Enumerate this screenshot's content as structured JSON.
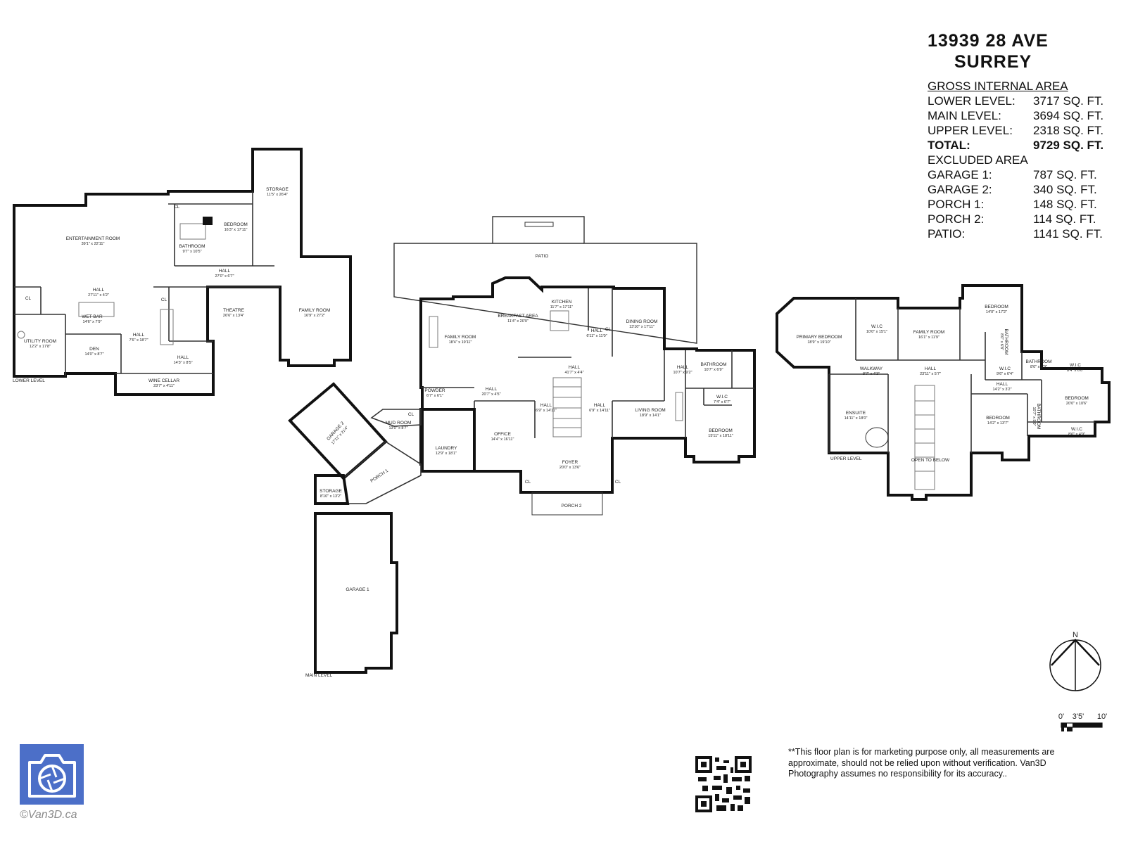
{
  "property": {
    "address": "13939 28 AVE",
    "city": "SURREY"
  },
  "area_summary": {
    "gross_heading": "GROSS INTERNAL AREA",
    "gross": [
      {
        "label": "LOWER LEVEL:",
        "value": "3717 SQ. FT."
      },
      {
        "label": "MAIN LEVEL:",
        "value": "3694 SQ. FT."
      },
      {
        "label": "UPPER LEVEL:",
        "value": "2318 SQ. FT."
      }
    ],
    "total": {
      "label": "TOTAL:",
      "value": "9729 SQ. FT."
    },
    "excluded_heading": "EXCLUDED AREA",
    "excluded": [
      {
        "label": "GARAGE 1:",
        "value": "787 SQ. FT."
      },
      {
        "label": "GARAGE 2:",
        "value": "340 SQ. FT."
      },
      {
        "label": "PORCH 1:",
        "value": "148 SQ. FT."
      },
      {
        "label": "PORCH 2:",
        "value": "114 SQ. FT."
      },
      {
        "label": "PATIO:",
        "value": "1141 SQ. FT."
      }
    ]
  },
  "levels": {
    "lower": {
      "label": "LOWER LEVEL",
      "rooms": [
        {
          "name": "ENTERTAINMENT ROOM",
          "dims": "39'1\" x 22'11\""
        },
        {
          "name": "STORAGE",
          "dims": "11'5\" x 26'4\""
        },
        {
          "name": "BEDROOM",
          "dims": "16'3\" x 17'11\""
        },
        {
          "name": "BATHROOM",
          "dims": "9'7\" x 10'5\""
        },
        {
          "name": "HALL",
          "dims": "27'0\" x 6'7\""
        },
        {
          "name": "HALL",
          "dims": "27'11\" x 4'2\""
        },
        {
          "name": "WET BAR",
          "dims": "14'6\" x 7'9\""
        },
        {
          "name": "THEATRE",
          "dims": "26'6\" x 13'4\""
        },
        {
          "name": "FAMILY ROOM",
          "dims": "16'9\" x 27'2\""
        },
        {
          "name": "UTILITY ROOM",
          "dims": "12'2\" x 17'8\""
        },
        {
          "name": "HALL",
          "dims": "7'6\" x 18'7\""
        },
        {
          "name": "DEN",
          "dims": "14'0\" x 8'7\""
        },
        {
          "name": "HALL",
          "dims": "14'3\" x 8'5\""
        },
        {
          "name": "WINE CELLAR",
          "dims": "23'7\" x 4'11\""
        },
        {
          "name": "CL",
          "dims": ""
        },
        {
          "name": "CL",
          "dims": ""
        },
        {
          "name": "CL",
          "dims": ""
        }
      ]
    },
    "main": {
      "label": "MAIN LEVEL",
      "rooms": [
        {
          "name": "PATIO",
          "dims": ""
        },
        {
          "name": "BREAKFAST AREA",
          "dims": "11'4\" x 20'0\""
        },
        {
          "name": "KITCHEN",
          "dims": "11'7\" x 17'11\""
        },
        {
          "name": "FAMILY ROOM",
          "dims": "18'4\" x 19'11\""
        },
        {
          "name": "DINING ROOM",
          "dims": "13'10\" x 17'11\""
        },
        {
          "name": "HALL",
          "dims": "6'11\" x 11'0\""
        },
        {
          "name": "HALL",
          "dims": "41'7\" x 4'4\""
        },
        {
          "name": "HALL",
          "dims": "20'7\" x 4'5\""
        },
        {
          "name": "HALL",
          "dims": "6'9\" x 14'11\""
        },
        {
          "name": "HALL",
          "dims": "6'9\" x 14'11\""
        },
        {
          "name": "LIVING ROOM",
          "dims": "18'9\" x 14'1\""
        },
        {
          "name": "HALL",
          "dims": "10'7\" x 9'2\""
        },
        {
          "name": "BEDROOM",
          "dims": "15'11\" x 18'11\""
        },
        {
          "name": "BATHROOM",
          "dims": "10'7\" x 6'9\""
        },
        {
          "name": "W.I.C",
          "dims": "7'4\" x 6'7\""
        },
        {
          "name": "OFFICE",
          "dims": "14'4\" x 16'11\""
        },
        {
          "name": "FOYER",
          "dims": "20'0\" x 13'6\""
        },
        {
          "name": "PORCH 2",
          "dims": ""
        },
        {
          "name": "LAUNDRY",
          "dims": "12'9\" x 18'1\""
        },
        {
          "name": "POWDER",
          "dims": "6'7\" x 6'1\""
        },
        {
          "name": "MUD ROOM",
          "dims": "13'0\" x 8'7\""
        },
        {
          "name": "GARAGE 2",
          "dims": "17'11\" x 21'4\""
        },
        {
          "name": "PORCH 1",
          "dims": ""
        },
        {
          "name": "STORAGE",
          "dims": "8'10\" x 13'2\""
        },
        {
          "name": "GARAGE 1",
          "dims": ""
        },
        {
          "name": "CL",
          "dims": ""
        },
        {
          "name": "CL",
          "dims": ""
        },
        {
          "name": "CL",
          "dims": ""
        },
        {
          "name": "CL",
          "dims": ""
        }
      ]
    },
    "upper": {
      "label": "UPPER LEVEL",
      "rooms": [
        {
          "name": "PRIMARY BEDROOM",
          "dims": "18'9\" x 19'10\""
        },
        {
          "name": "W.I.C",
          "dims": "10'0\" x 15'1\""
        },
        {
          "name": "FAMILY ROOM",
          "dims": "16'1\" x 11'9\""
        },
        {
          "name": "BEDROOM",
          "dims": "14'0\" x 17'2\""
        },
        {
          "name": "WALKWAY",
          "dims": "8'7\" x 4'3\""
        },
        {
          "name": "HALL",
          "dims": "23'11\" x 5'7\""
        },
        {
          "name": "ENSUITE",
          "dims": "14'11\" x 18'0\""
        },
        {
          "name": "OPEN TO BELOW",
          "dims": ""
        },
        {
          "name": "BATHROOM",
          "dims": "8'0\" x 6'9\""
        },
        {
          "name": "BATHROOM",
          "dims": "8'0\" x 6'8\""
        },
        {
          "name": "W.I.C",
          "dims": "9'6\" x 6'4\""
        },
        {
          "name": "W.I.C",
          "dims": "8'4\" x 6'0\""
        },
        {
          "name": "HALL",
          "dims": "14'2\" x 3'2\""
        },
        {
          "name": "BEDROOM",
          "dims": "20'0\" x 10'6\""
        },
        {
          "name": "BEDROOM",
          "dims": "14'2\" x 13'7\""
        },
        {
          "name": "BATHROOM",
          "dims": "10'7\" x 5'0\""
        },
        {
          "name": "W.I.C",
          "dims": "8'6\" x 4'9\""
        }
      ]
    }
  },
  "compass": {
    "label": "N"
  },
  "scale": {
    "labels": [
      "0'",
      "3'5'",
      "10'"
    ]
  },
  "disclaimer": "**This floor plan is for marketing purpose only, all measurements are approximate, should not be relied upon without verification. Van3D Photography assumes no responsibility for its accuracy..",
  "branding": {
    "copyright": "©Van3D.ca",
    "logo_icon": "camera-aperture-icon",
    "logo_color": "#4c6fc8"
  }
}
